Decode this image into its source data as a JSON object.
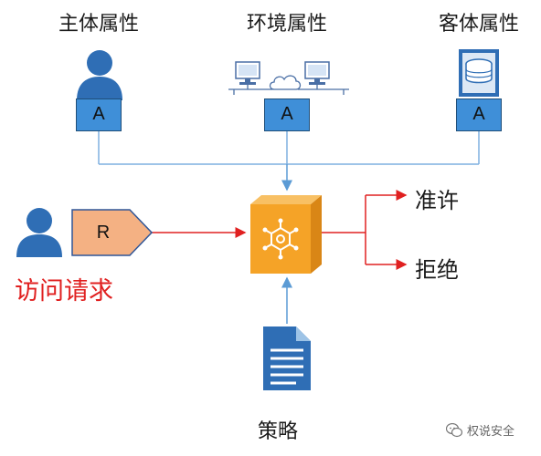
{
  "attributes": {
    "subject": {
      "title": "主体属性",
      "box": "A"
    },
    "environment": {
      "title": "环境属性",
      "box": "A"
    },
    "object": {
      "title": "客体属性",
      "box": "A"
    }
  },
  "request": {
    "label": "访问请求",
    "tag": "R"
  },
  "decisions": {
    "permit": "准许",
    "deny": "拒绝"
  },
  "policy": {
    "label": "策略"
  },
  "watermark": {
    "text": "权说安全"
  },
  "colors": {
    "blue_box": "#3f8fd8",
    "blue_line": "#5b9bd5",
    "red_line": "#e02020",
    "orange_engine": "#f5a327",
    "salmon_request": "#f4b183"
  }
}
